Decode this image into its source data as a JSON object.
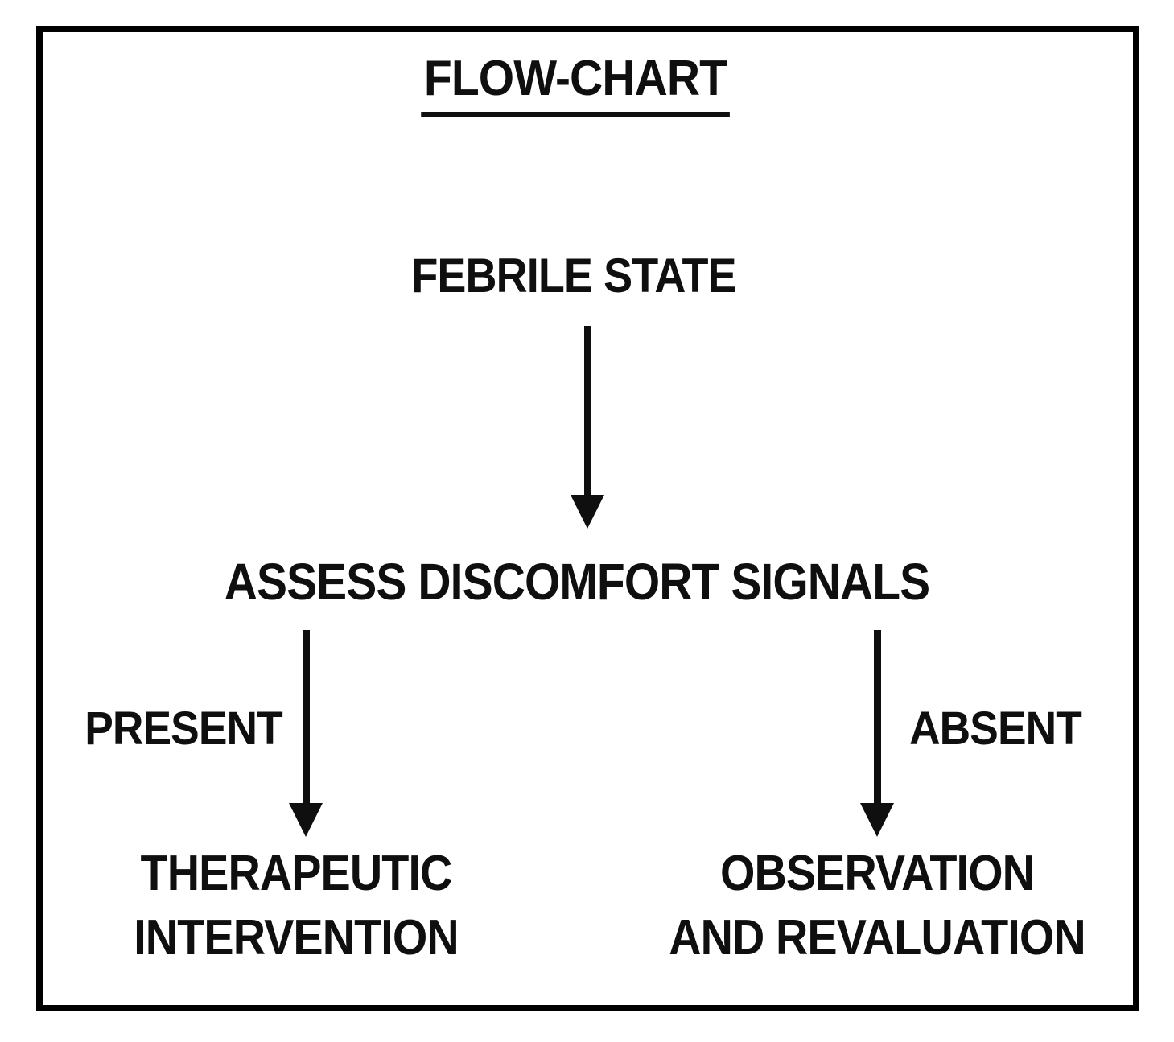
{
  "diagram": {
    "title": "FLOW-CHART",
    "nodes": {
      "febrile_state": {
        "label": "FEBRILE STATE"
      },
      "assess_discomfort": {
        "label": "ASSESS DISCOMFORT SIGNALS"
      },
      "therapeutic_intervention": {
        "line1": "THERAPEUTIC",
        "line2": "INTERVENTION"
      },
      "observation_revaluation": {
        "line1": "OBSERVATION",
        "line2": "AND REVALUATION"
      }
    },
    "edge_labels": {
      "present": "PRESENT",
      "absent": "ABSENT"
    },
    "edges": [
      {
        "from": "FEBRILE STATE",
        "to": "ASSESS DISCOMFORT SIGNALS",
        "label": ""
      },
      {
        "from": "ASSESS DISCOMFORT SIGNALS",
        "to": "THERAPEUTIC INTERVENTION",
        "label": "PRESENT"
      },
      {
        "from": "ASSESS DISCOMFORT SIGNALS",
        "to": "OBSERVATION AND REVALUATION",
        "label": "ABSENT"
      }
    ],
    "colors": {
      "text": "#0f0f0f",
      "border": "#000000",
      "background": "#ffffff"
    }
  }
}
